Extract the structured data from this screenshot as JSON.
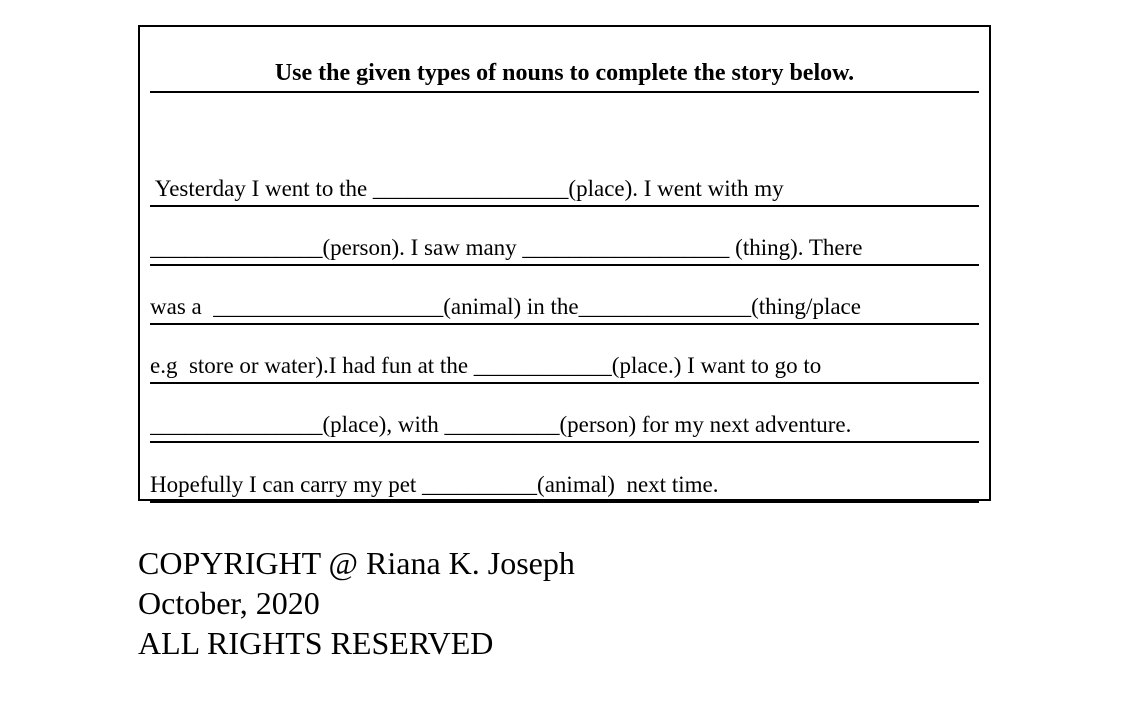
{
  "worksheet": {
    "title": "Use the given types of nouns to complete the story below.",
    "story_lines": [
      " Yesterday I went to the _________________(place). I went with my",
      "_______________(person). I saw many __________________ (thing). There",
      "was a  ____________________(animal) in the_______________(thing/place",
      "e.g  store or water).I had fun at the ____________(place.) I want to go to",
      "_______________(place), with __________(person) for my next adventure.",
      "Hopefully I can carry my pet __________(animal)  next time."
    ]
  },
  "footer": {
    "copyright": "COPYRIGHT @ Riana K. Joseph",
    "date": "October, 2020",
    "rights": "ALL RIGHTS RESERVED"
  }
}
